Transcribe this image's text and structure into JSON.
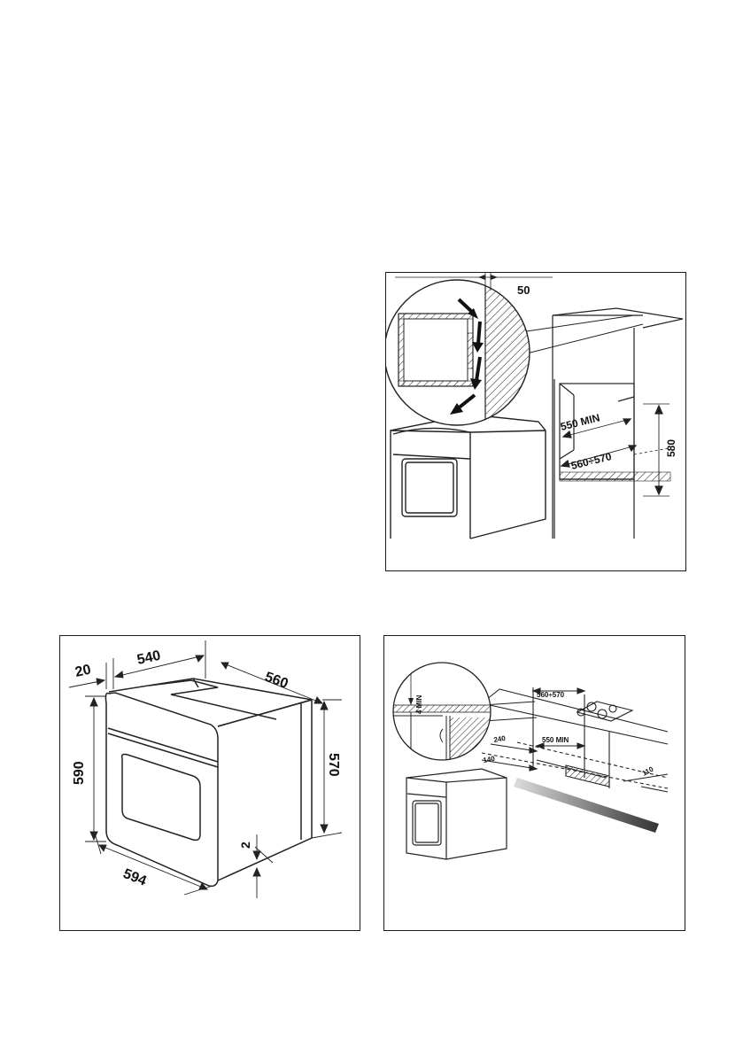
{
  "panels": {
    "ventilation_niche": {
      "labels": {
        "gap": "50",
        "min_width": "550 MIN",
        "width_range": "560÷570",
        "height": "580"
      }
    },
    "oven_dimensions": {
      "labels": {
        "front_depth": "20",
        "body_depth": "540",
        "side_depth": "560",
        "front_height": "590",
        "body_height": "570",
        "bottom_gap": "2",
        "front_width": "594"
      }
    },
    "under_hob": {
      "labels": {
        "min_gap": "4 MIN",
        "width_range": "560÷570",
        "min_width": "550 MIN",
        "dim_240": "240",
        "dim_140": "140",
        "dim_110": "110"
      }
    }
  }
}
